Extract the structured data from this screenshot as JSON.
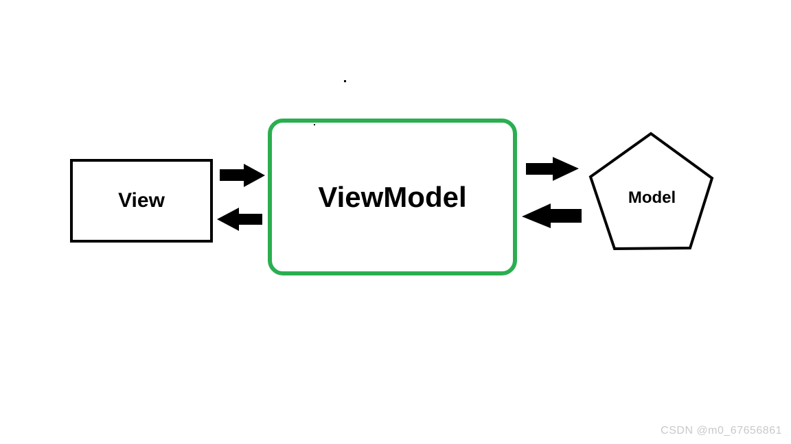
{
  "diagram": {
    "nodes": {
      "view": {
        "label": "View",
        "shape": "rectangle",
        "border_color": "#000000"
      },
      "viewmodel": {
        "label": "ViewModel",
        "shape": "rounded-rectangle",
        "border_color": "#2bae50"
      },
      "model": {
        "label": "Model",
        "shape": "pentagon",
        "border_color": "#000000"
      }
    },
    "arrows": [
      {
        "name": "view-to-viewmodel",
        "direction": "right",
        "color": "#000000"
      },
      {
        "name": "viewmodel-to-view",
        "direction": "left",
        "color": "#000000"
      },
      {
        "name": "viewmodel-to-model",
        "direction": "right",
        "color": "#000000"
      },
      {
        "name": "model-to-viewmodel",
        "direction": "left",
        "color": "#000000"
      }
    ]
  },
  "watermark": {
    "text": "CSDN @m0_67656861",
    "color": "#c9c9c9"
  }
}
